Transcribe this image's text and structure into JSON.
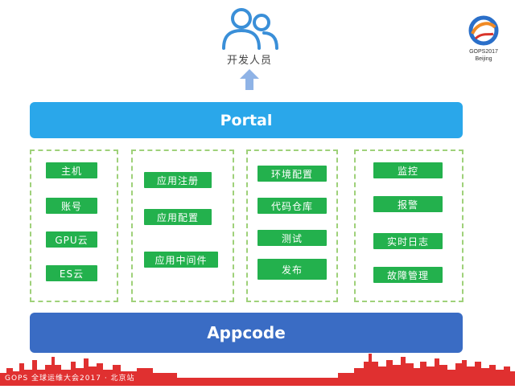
{
  "developers": {
    "label": "开发人员",
    "icon": "users-icon"
  },
  "logo": {
    "line1": "GOPS2017",
    "line2": "Beijing",
    "icon": "gops-logo-icon"
  },
  "portal": {
    "label": "Portal"
  },
  "appcode": {
    "label": "Appcode"
  },
  "groups": [
    {
      "items": [
        "主机",
        "账号",
        "GPU云",
        "ES云"
      ]
    },
    {
      "items": [
        "应用注册",
        "应用配置",
        "应用中间件"
      ]
    },
    {
      "items": [
        "环境配置",
        "代码仓库",
        "测试",
        "发布"
      ]
    },
    {
      "items": [
        "监控",
        "报警",
        "实时日志",
        "故障管理"
      ]
    }
  ],
  "footer": {
    "text": "GOPS 全球运维大会2017 · 北京站"
  },
  "colors": {
    "portal": "#2aa7ea",
    "appcode": "#3a6cc4",
    "item": "#23b14d",
    "group_border": "#9fd17a",
    "skyline": "#e03030"
  }
}
